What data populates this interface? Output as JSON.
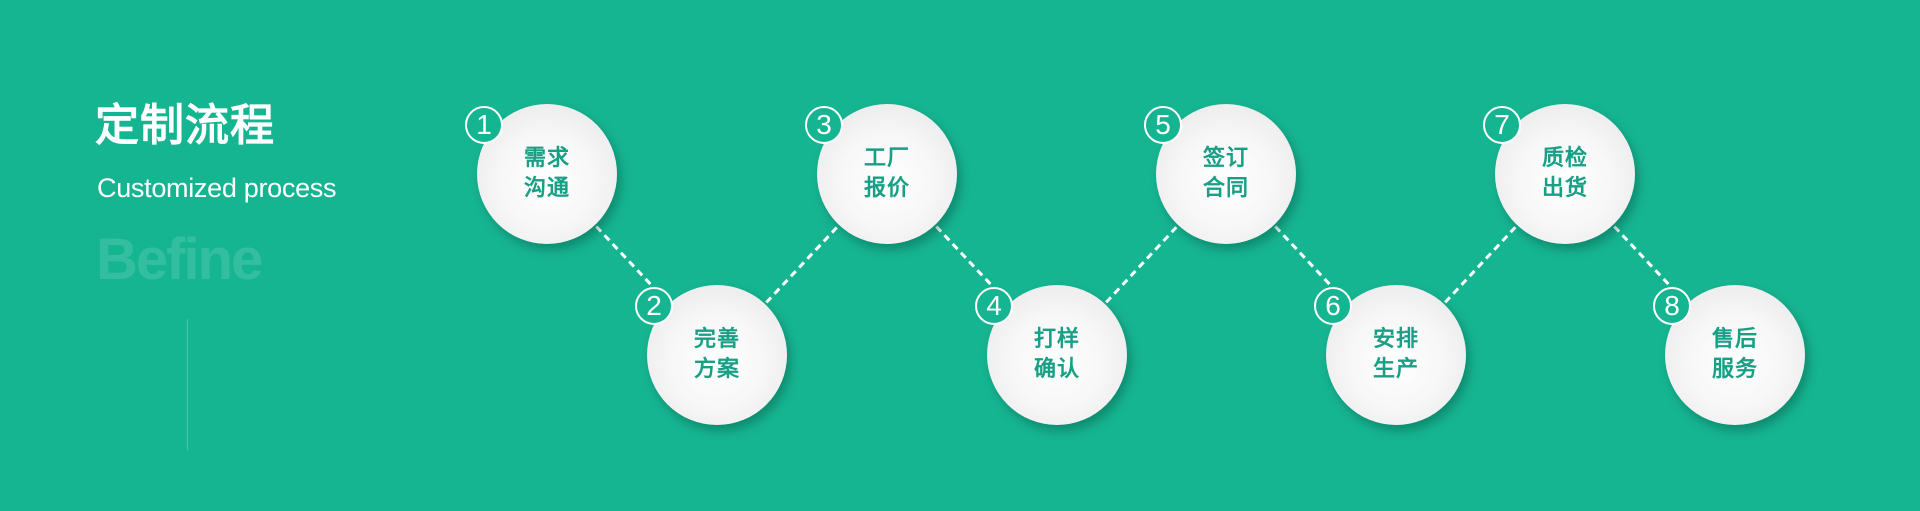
{
  "colors": {
    "background": "#16b592",
    "circle_text": "#17a085",
    "badge_fill": "#16b592",
    "badge_border": "#ffffff",
    "connector": "#ffffff"
  },
  "header": {
    "title": "定制流程",
    "subtitle": "Customized process",
    "logo_watermark": "Befine"
  },
  "steps": [
    {
      "number": "1",
      "line1": "需求",
      "line2": "沟通",
      "position": "top"
    },
    {
      "number": "2",
      "line1": "完善",
      "line2": "方案",
      "position": "bottom"
    },
    {
      "number": "3",
      "line1": "工厂",
      "line2": "报价",
      "position": "top"
    },
    {
      "number": "4",
      "line1": "打样",
      "line2": "确认",
      "position": "bottom"
    },
    {
      "number": "5",
      "line1": "签订",
      "line2": "合同",
      "position": "top"
    },
    {
      "number": "6",
      "line1": "安排",
      "line2": "生产",
      "position": "bottom"
    },
    {
      "number": "7",
      "line1": "质检",
      "line2": "出货",
      "position": "top"
    },
    {
      "number": "8",
      "line1": "售后",
      "line2": "服务",
      "position": "bottom"
    }
  ]
}
